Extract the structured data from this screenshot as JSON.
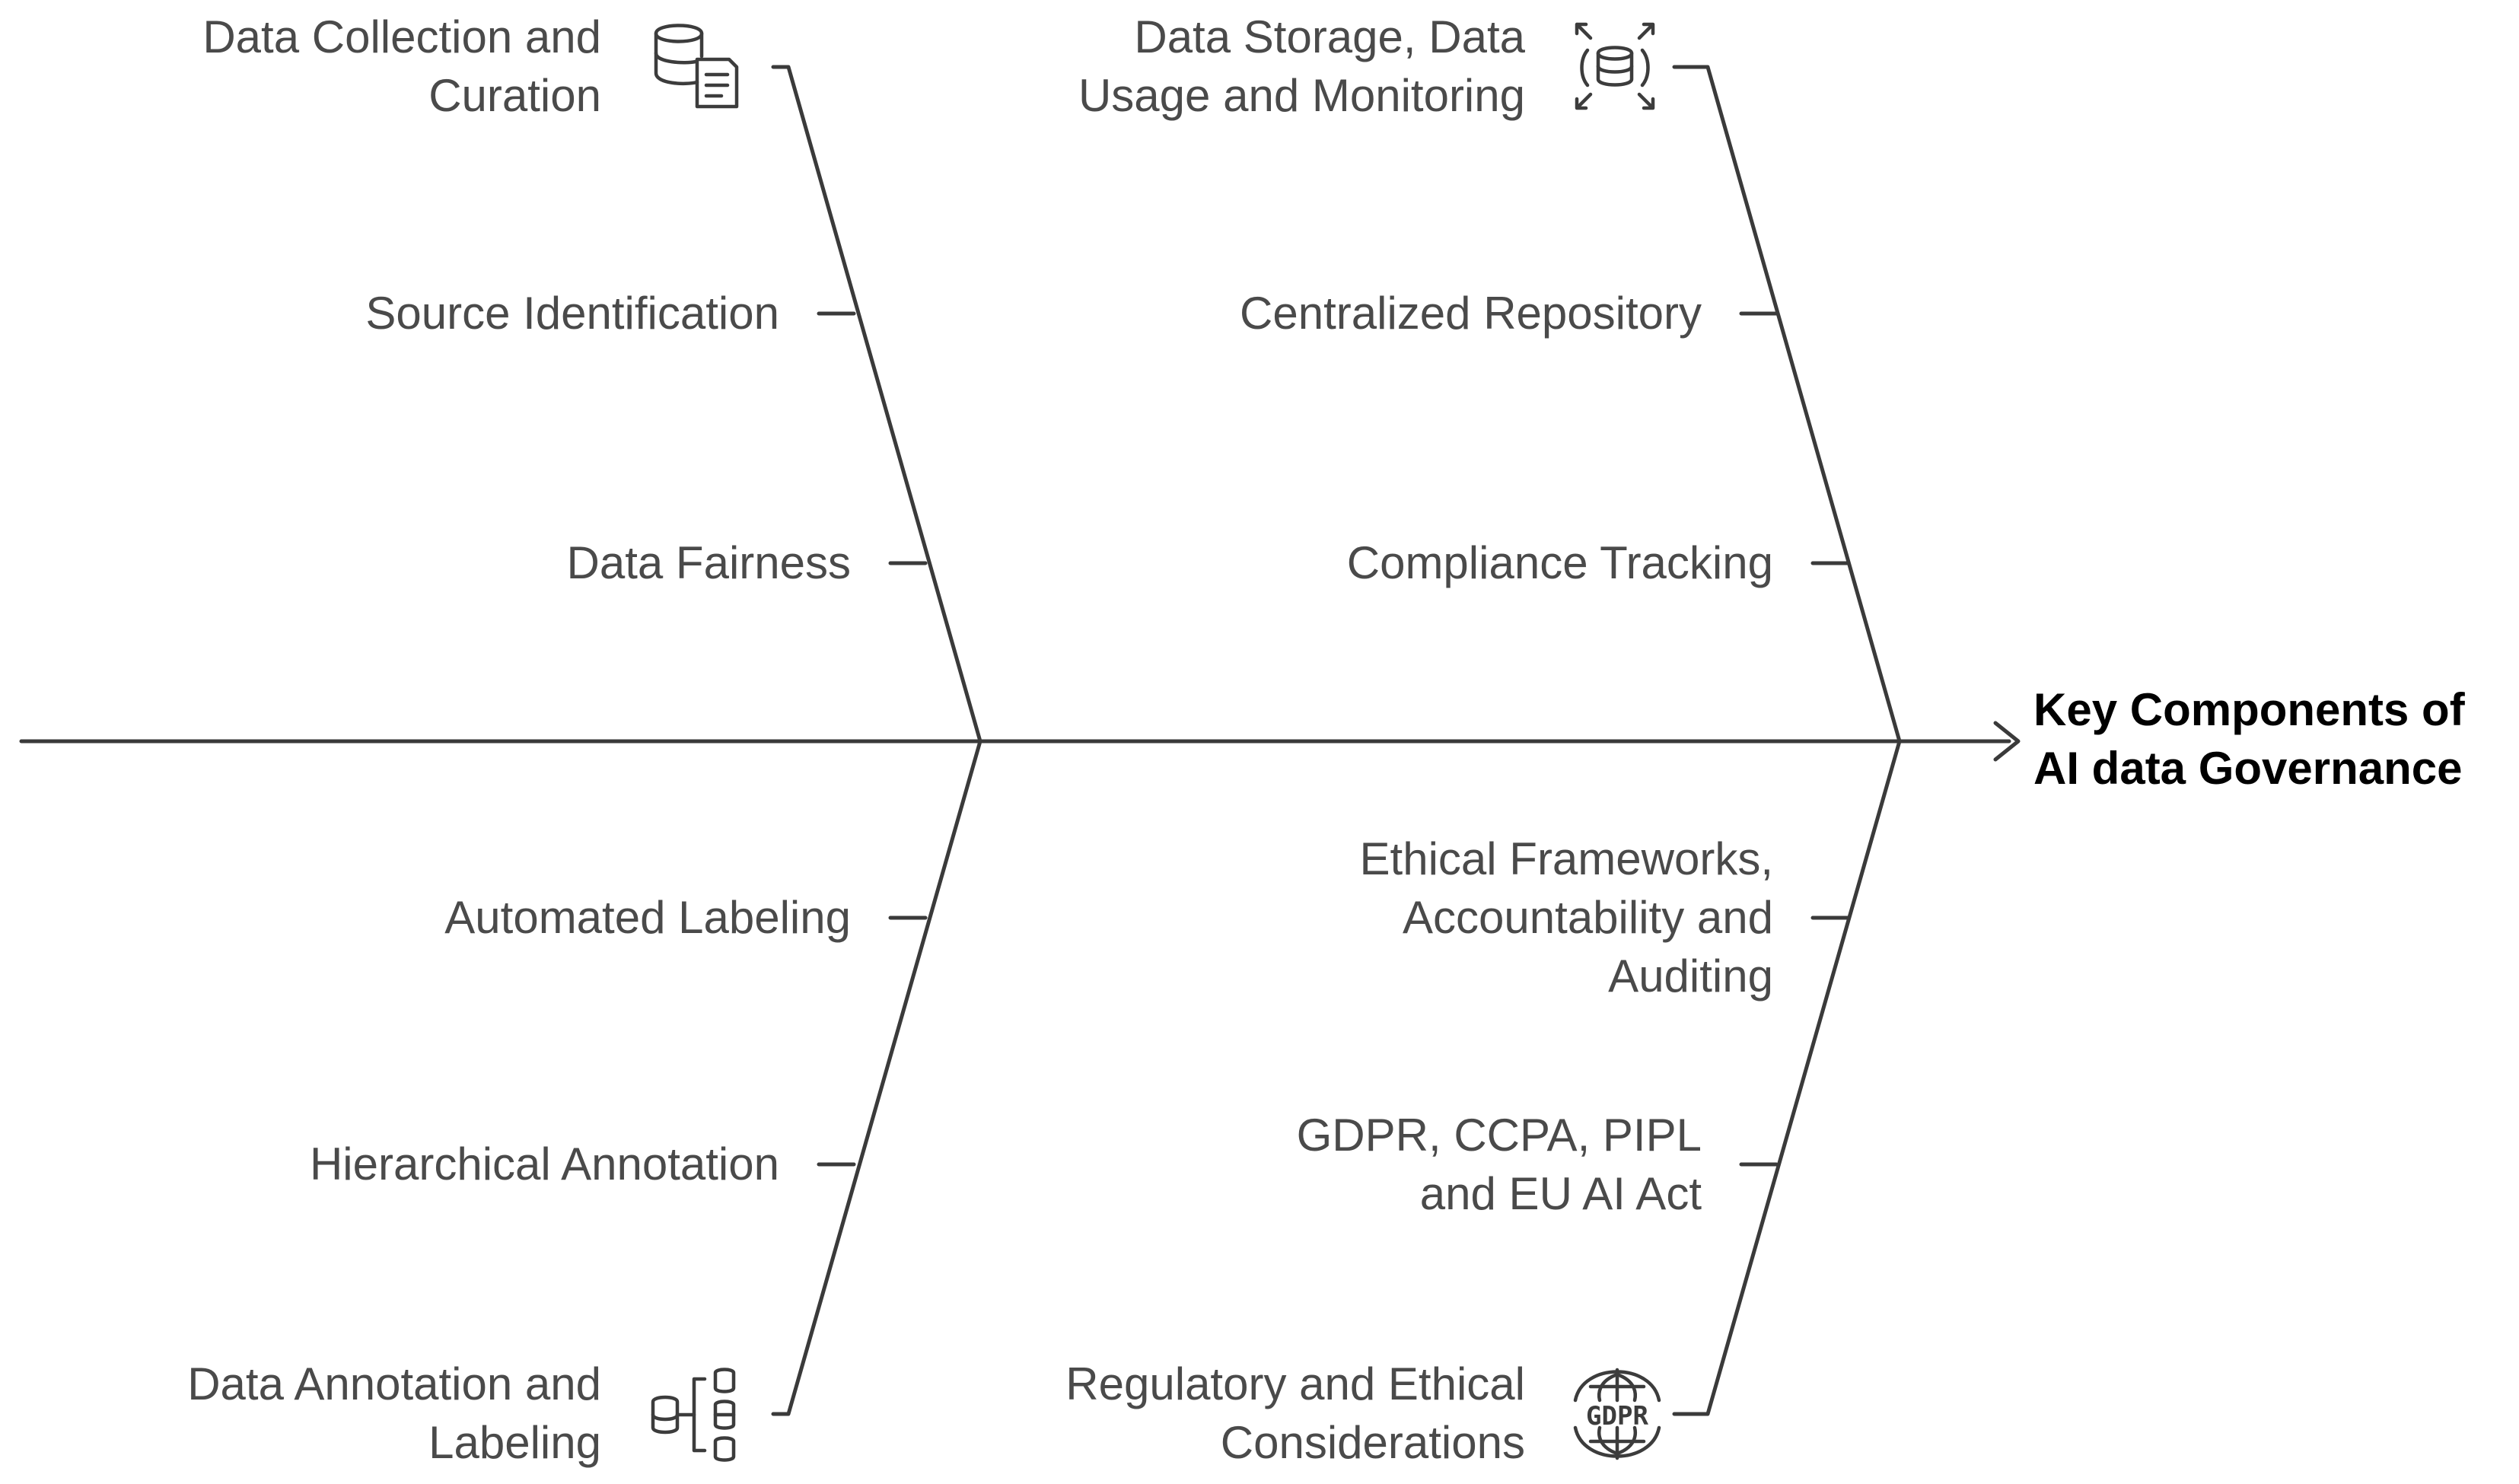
{
  "head": {
    "line1": "Key Components of",
    "line2": "AI data Governance"
  },
  "categories": [
    {
      "title_lines": [
        "Data Collection and",
        "Curation"
      ],
      "icon": "database-document-icon",
      "items": [
        "Source Identification",
        "Data Fairness"
      ]
    },
    {
      "title_lines": [
        "Data Storage, Data",
        "Usage and Monitoring"
      ],
      "icon": "database-expand-icon",
      "items": [
        "Centralized Repository",
        "Compliance Tracking"
      ]
    },
    {
      "title_lines": [
        "Data Annotation and",
        "Labeling"
      ],
      "icon": "database-hierarchy-icon",
      "items": [
        "Automated Labeling",
        "Hierarchical Annotation"
      ]
    },
    {
      "title_lines": [
        "Regulatory and Ethical",
        "Considerations"
      ],
      "icon": "gdpr-globe-icon",
      "items": [
        [
          "Ethical Frameworks,",
          "Accountability and",
          "Auditing"
        ],
        [
          "GDPR, CCPA, PIPL",
          "and EU AI Act"
        ]
      ]
    }
  ],
  "icon_labels": {
    "gdpr": "GDPR"
  },
  "colors": {
    "line": "#3a3a3a",
    "label_text": "#4a4a4a",
    "head_text": "#000000"
  }
}
